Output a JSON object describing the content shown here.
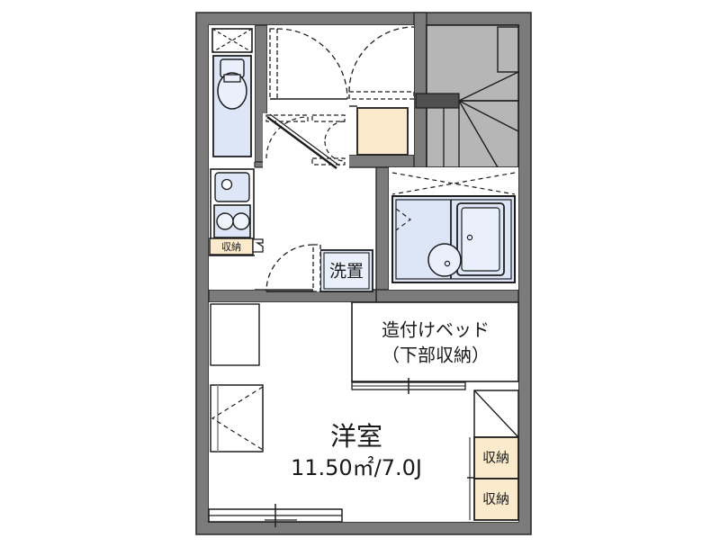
{
  "document": {
    "type": "floor-plan",
    "title": "1K apartment floor plan",
    "orientation": "north-up",
    "units": "metric"
  },
  "palette": {
    "wall_fill": "#7b7b7b",
    "wall_stroke": "#2b2b2b",
    "interior_fill": "#ffffff",
    "fixture_fill": "#dce6f6",
    "fixture_stroke": "#1d1d1d",
    "storage_fill": "#fbeacb",
    "stair_fill": "#b6b6b6",
    "line": "#1a1a1a",
    "background": "#ffffff"
  },
  "rooms": {
    "main_room": {
      "name": "洋室",
      "area_label": "11.50㎡/7.0J",
      "area_value": 11.5,
      "tatami_value": "7.0J"
    },
    "built_in_bed": {
      "line1": "造付けベッド",
      "line2": "（下部収納）"
    },
    "washer_space": {
      "label": "洗置"
    },
    "kitchen_storage": {
      "label": "収納"
    },
    "closet_upper": {
      "label": "収納"
    },
    "closet_lower": {
      "label": "収納"
    }
  },
  "fixtures": [
    {
      "name": "toilet",
      "label": "",
      "type": "sanitary"
    },
    {
      "name": "toilet-overhead-shelf",
      "label": "",
      "type": "storage"
    },
    {
      "name": "kitchen-sink",
      "label": "",
      "type": "sanitary"
    },
    {
      "name": "gas-stove-two-burner",
      "label": "",
      "type": "appliance"
    },
    {
      "name": "unit-bath-tub",
      "label": "",
      "type": "sanitary"
    },
    {
      "name": "bath-vanity-basin",
      "label": "",
      "type": "sanitary"
    },
    {
      "name": "staircase",
      "label": "",
      "type": "circulation"
    },
    {
      "name": "entrance-shoe-box",
      "label": "",
      "type": "storage"
    },
    {
      "name": "balcony-window",
      "label": "",
      "type": "opening"
    },
    {
      "name": "room-window-west",
      "label": "",
      "type": "opening"
    }
  ],
  "icons": {
    "door_swing": "door-swing-arc-icon",
    "sliding_door": "sliding-door-icon",
    "folding_door": "folding-door-icon",
    "window": "window-icon"
  }
}
